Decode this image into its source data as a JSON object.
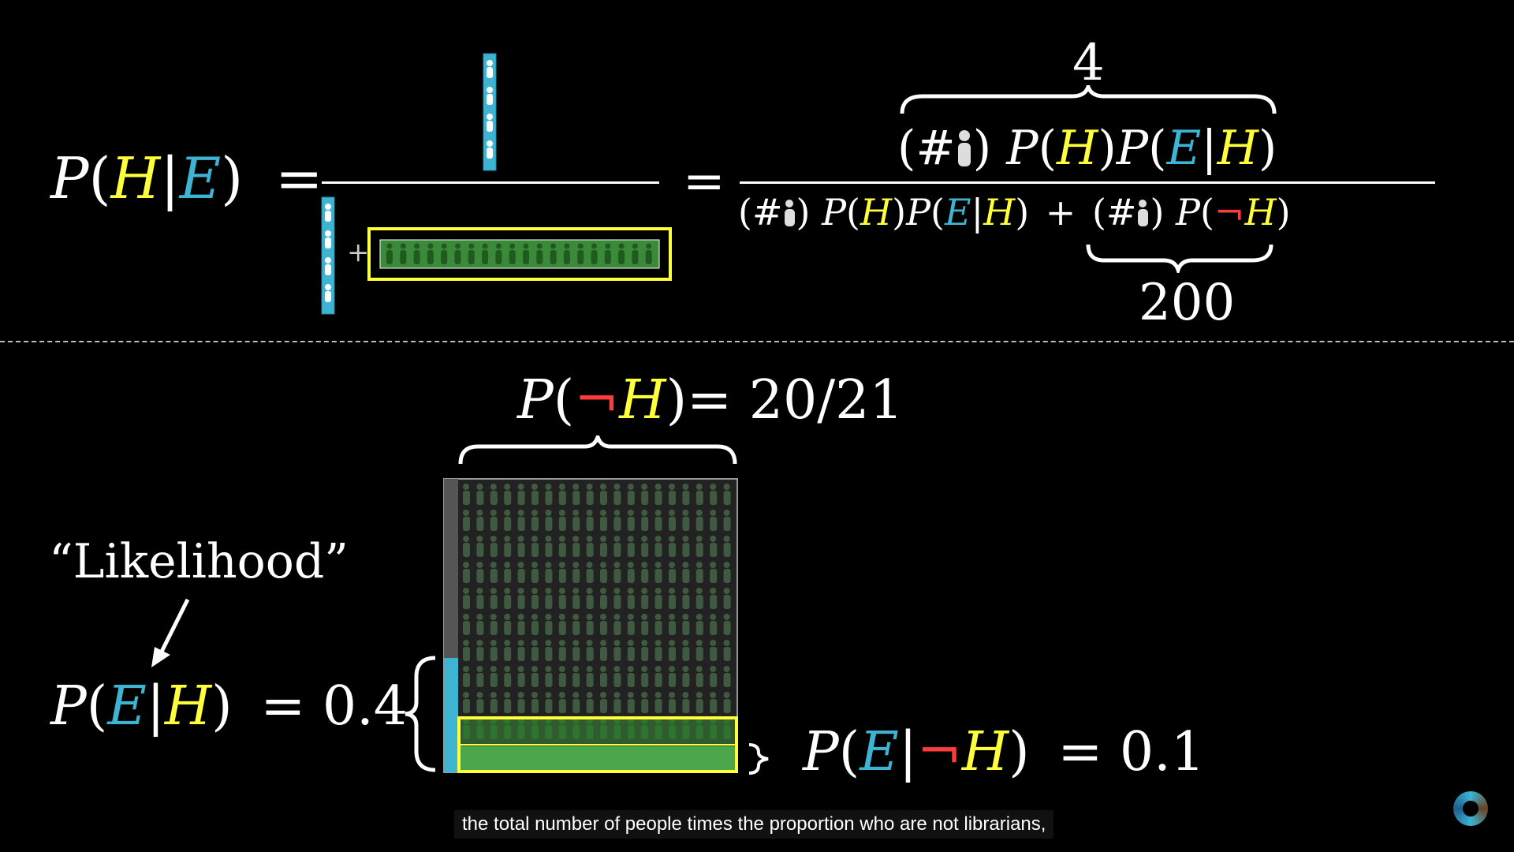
{
  "top": {
    "lhs": {
      "P": "P",
      "open": "(",
      "H": "H",
      "bar": "|",
      "E": "E",
      "close": ")",
      "eq": "="
    },
    "eq2": "=",
    "plus_small": "+",
    "numerator": {
      "hash": "(#",
      "close": ")",
      "P1": "P",
      "open1": "(",
      "H1": "H",
      "close1": ")",
      "P2": "P",
      "open2": "(",
      "E": "E",
      "bar": "|",
      "H2": "H",
      "close2": ")"
    },
    "denominator": {
      "part1": "(#",
      "part1b": ")",
      "P1": "P",
      "o1": "(",
      "H1": "H",
      "c1": ")",
      "P2": "P",
      "o2": "(",
      "E": "E",
      "bar": "|",
      "H2": "H",
      "c2": ")",
      "plus": "+",
      "part2": "(#",
      "part2b": ")",
      "P3": "P",
      "o3": "(",
      "neg": "¬",
      "H3": "H",
      "c3": ")"
    },
    "brace_top_value": "4",
    "brace_bottom_value": "200"
  },
  "bottom": {
    "pnh": {
      "P": "P",
      "open": "(",
      "neg": "¬",
      "H": "H",
      "close": ")",
      "rest": "= 20/21"
    },
    "likelihood_label": "“Likelihood”",
    "peh": {
      "P": "P",
      "open": "(",
      "E": "E",
      "bar": "|",
      "H": "H",
      "close": ")",
      "rest": "= 0.4"
    },
    "penh": {
      "P": "P",
      "open": "(",
      "E": "E",
      "bar": "|",
      "neg": "¬",
      "H": "H",
      "close": ")",
      "rest": "= 0.1"
    }
  },
  "caption": "the total number of people times the proportion who are not librarians,",
  "colors": {
    "yellow": "#ffff3c",
    "blue": "#3cb4d2",
    "red": "#ff3c3c",
    "green": "#3a8a3a"
  },
  "icons": [
    "person-icon",
    "logo-icon"
  ]
}
